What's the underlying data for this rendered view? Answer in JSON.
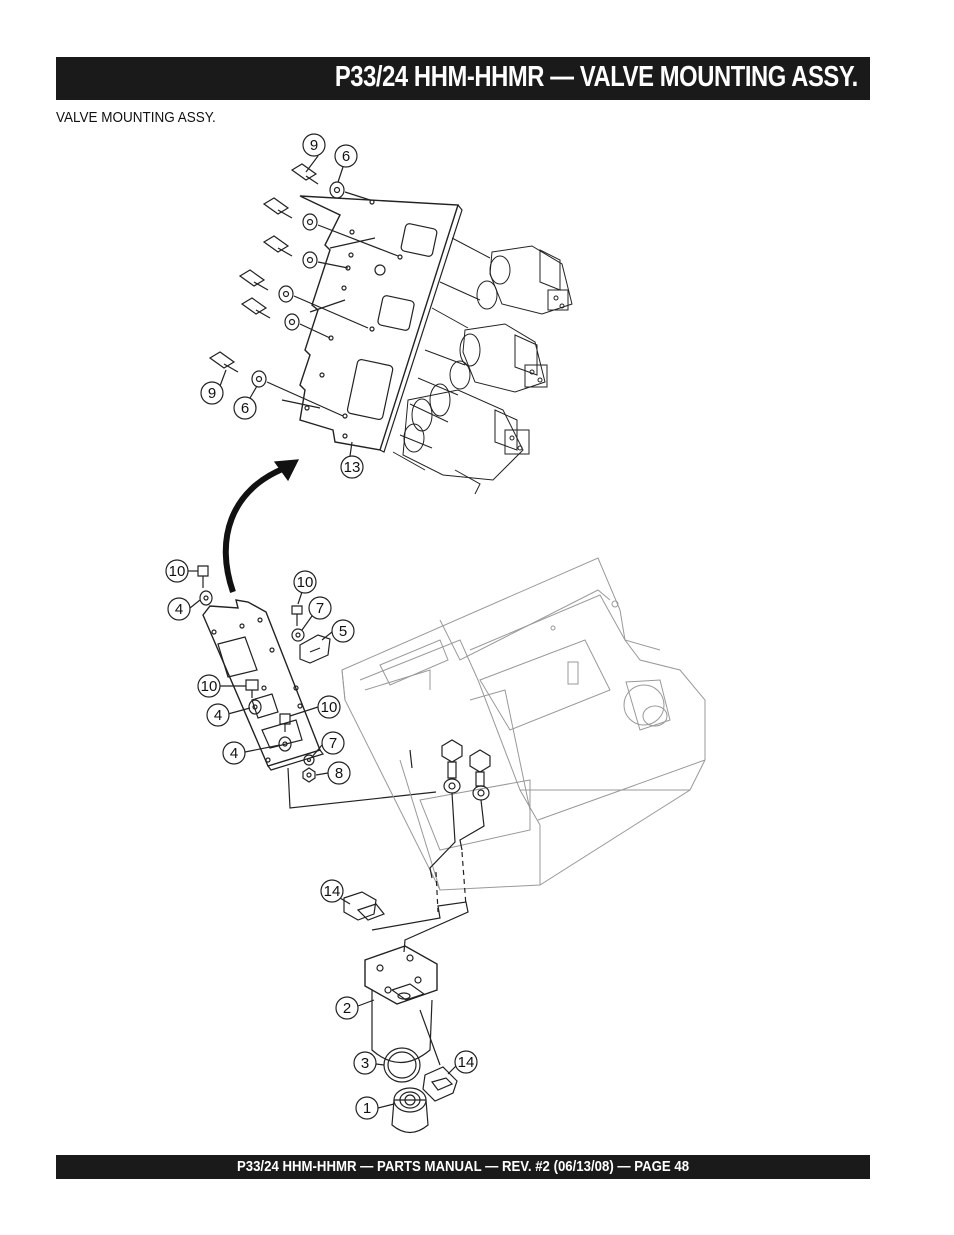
{
  "header": {
    "title": "P33/24 HHM-HHMR — VALVE MOUNTING ASSY."
  },
  "subtitle": "VALVE MOUNTING ASSY.",
  "footer": {
    "text": "P33/24 HHM-HHMR — PARTS MANUAL — REV. #2 (06/13/08) — PAGE 48"
  },
  "callouts": {
    "c9a": "9",
    "c6a": "6",
    "c9b": "9",
    "c6b": "6",
    "c13": "13",
    "c10a": "10",
    "c4a": "4",
    "c10b": "10",
    "c7a": "7",
    "c5": "5",
    "c10c": "10",
    "c4b": "4",
    "c10d": "10",
    "c4c": "4",
    "c7b": "7",
    "c8": "8",
    "c14a": "14",
    "c2": "2",
    "c3": "3",
    "c14b": "14",
    "c1": "1"
  }
}
